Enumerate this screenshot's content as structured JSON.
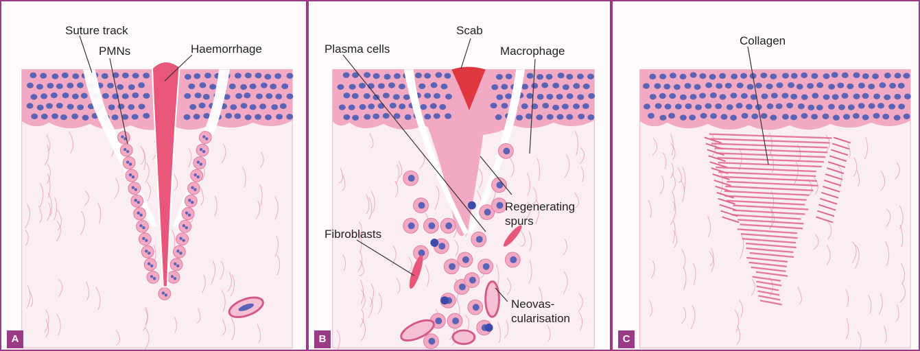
{
  "panels": [
    {
      "letter": "A",
      "labels": {
        "suture_track": "Suture track",
        "pmns": "PMNs",
        "haemorrhage": "Haemorrhage"
      }
    },
    {
      "letter": "B",
      "labels": {
        "scab": "Scab",
        "plasma_cells": "Plasma cells",
        "macrophage": "Macrophage",
        "regenerating_1": "Regenerating",
        "regenerating_2": "spurs",
        "fibroblasts": "Fibroblasts",
        "neovas_1": "Neovas-",
        "neovas_2": "cularisation"
      }
    },
    {
      "letter": "C",
      "labels": {
        "collagen": "Collagen"
      }
    }
  ],
  "colors": {
    "frame": "#9b3a86",
    "dermis": "#fbeef3",
    "epidermis": "#f2a9c4",
    "nucleus": "#5a63b5",
    "haemorrhage": "#e8577a",
    "scab": "#e0363f",
    "fiber": "#e790b0"
  }
}
